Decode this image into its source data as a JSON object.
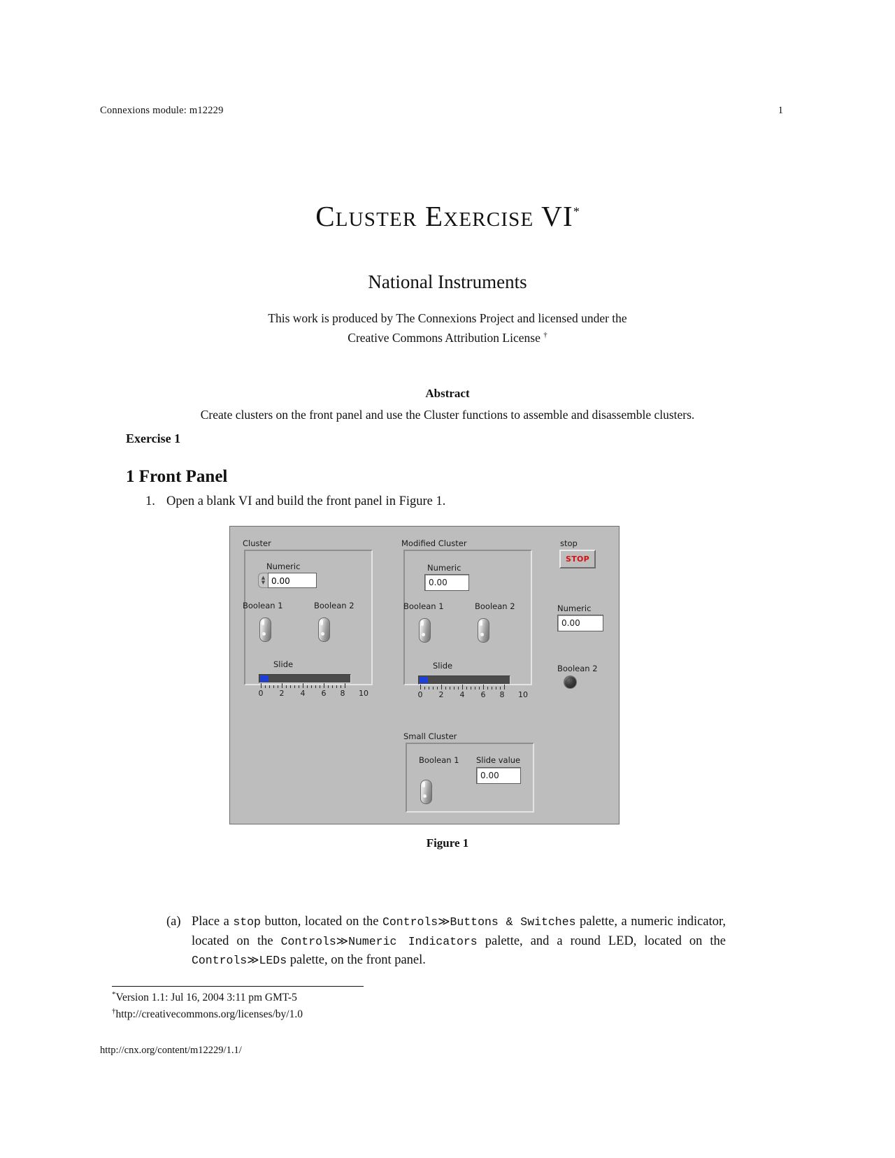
{
  "header": {
    "running_head": "Connexions module: m12229",
    "page_number": "1"
  },
  "title": {
    "text": "Cluster Exercise VI",
    "footnote_marker": "*"
  },
  "author": "National Instruments",
  "license": {
    "line1": "This work is produced by The Connexions Project and licensed under the",
    "line2": "Creative Commons Attribution License",
    "marker": "†"
  },
  "abstract": {
    "heading": "Abstract",
    "body": "Create clusters on the front panel and use the Cluster functions to assemble and disassemble clusters."
  },
  "exercise_label": "Exercise 1",
  "section": {
    "number": "1",
    "title": "Front Panel"
  },
  "list": {
    "item1_num": "1.",
    "item1_text": "Open a blank VI and build the front panel in Figure 1."
  },
  "figure": {
    "caption": "Figure 1",
    "panel": {
      "cluster": {
        "label": "Cluster",
        "numeric_label": "Numeric",
        "numeric_value": "0.00",
        "boolean1_label": "Boolean 1",
        "boolean2_label": "Boolean 2",
        "slide_label": "Slide",
        "slide_ticks": [
          "0",
          "2",
          "4",
          "6",
          "8",
          "10"
        ],
        "slide_value": "0"
      },
      "modified_cluster": {
        "label": "Modified Cluster",
        "numeric_label": "Numeric",
        "numeric_value": "0.00",
        "boolean1_label": "Boolean 1",
        "boolean2_label": "Boolean 2",
        "slide_label": "Slide",
        "slide_ticks": [
          "0",
          "2",
          "4",
          "6",
          "8",
          "10"
        ],
        "slide_value": "0"
      },
      "small_cluster": {
        "label": "Small Cluster",
        "boolean1_label": "Boolean 1",
        "slide_value_label": "Slide value",
        "slide_value": "0.00"
      },
      "right_column": {
        "stop_label": "stop",
        "stop_button_text": "STOP",
        "numeric_label": "Numeric",
        "numeric_value": "0.00",
        "boolean2_label": "Boolean 2"
      }
    },
    "colors": {
      "panel_bg": "#bdbdbd",
      "slide_fill": "#1b3fd8",
      "slide_track": "#4b4b4b",
      "stop_text": "#d81010"
    }
  },
  "item_a": {
    "label": "(a)",
    "part1": "Place a ",
    "mono1": "stop",
    "part2": " button, located on the ",
    "mono2": "Controls≫Buttons & Switches",
    "part3": " palette, a numeric indicator, located on the ",
    "mono3": "Controls≫Numeric Indicators",
    "part4": " palette, and a round LED, located on the ",
    "mono4": "Controls≫LEDs",
    "part5": " palette, on the front panel."
  },
  "footnotes": {
    "fn1_marker": "*",
    "fn1_text": "Version 1.1: Jul 16, 2004 3:11 pm GMT-5",
    "fn2_marker": "†",
    "fn2_text": "http://creativecommons.org/licenses/by/1.0"
  },
  "footer_url": "http://cnx.org/content/m12229/1.1/"
}
